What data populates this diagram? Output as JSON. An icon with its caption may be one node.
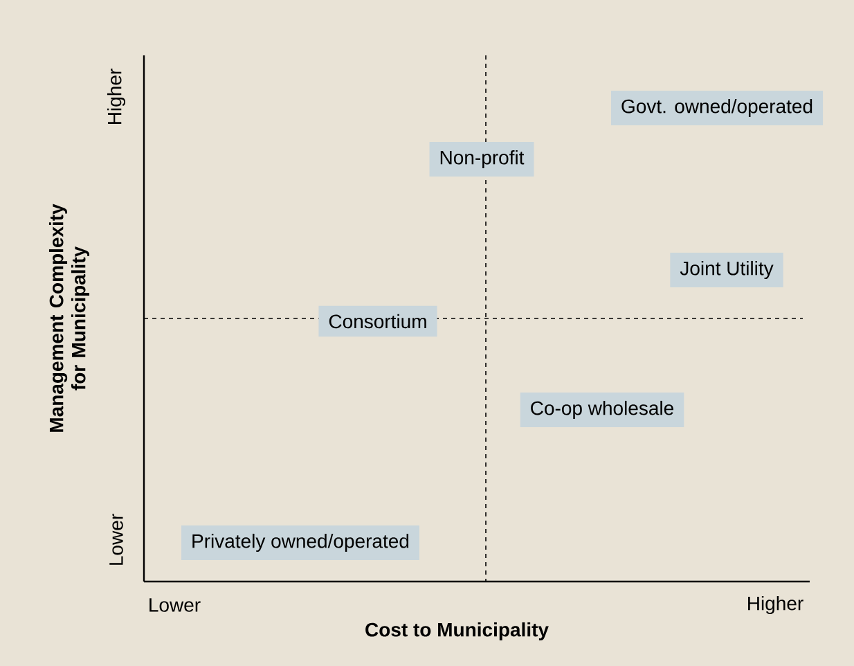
{
  "diagram": {
    "nodes": [
      {
        "text": [
          "Govt. owned/operated"
        ]
      },
      {
        "text": [
          "Non-profit"
        ]
      },
      {
        "text": [
          "Joint Utility"
        ]
      },
      {
        "text": [
          "Consortium"
        ]
      },
      {
        "text": [
          "Co-op wholesale"
        ]
      },
      {
        "text": [
          "Privately owned/operated"
        ]
      }
    ],
    "labels": [
      "Higher",
      "Management Complexity for Municipality",
      "Lower",
      "Lower",
      "Higher",
      "Cost to Municipality"
    ]
  }
}
